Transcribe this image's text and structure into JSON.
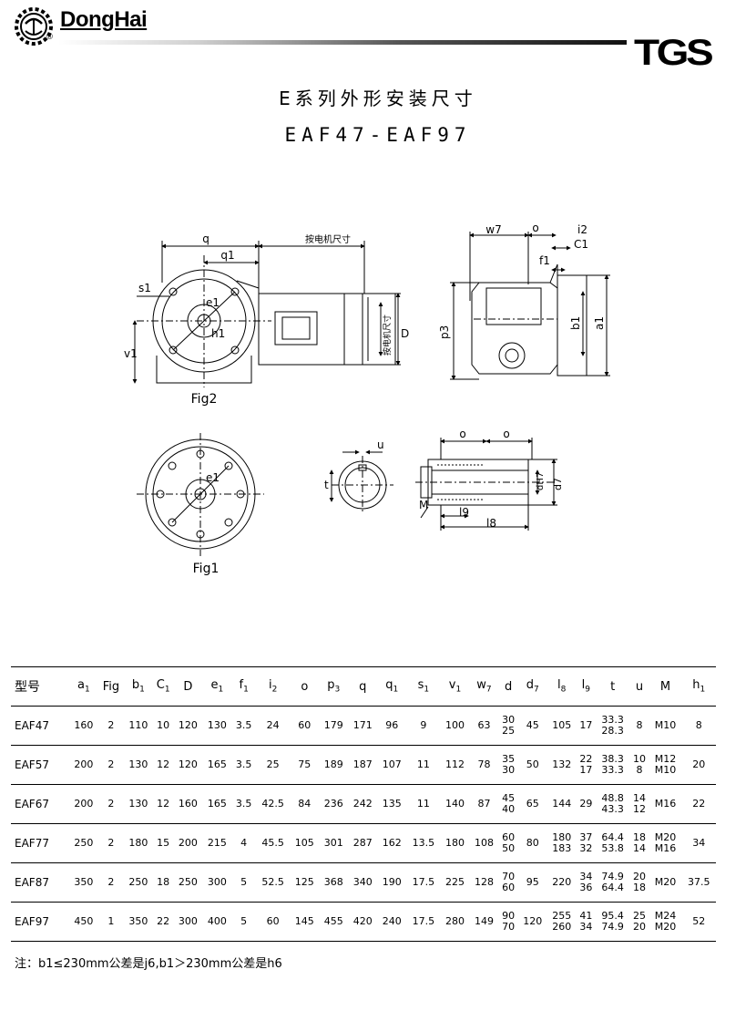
{
  "header": {
    "brand": "DongHai",
    "reg": "®",
    "tgs": "TGS"
  },
  "title": {
    "cn": "E系列外形安装尺寸",
    "model": "EAF47-EAF97"
  },
  "drawing_labels": {
    "fig2": "Fig2",
    "fig1": "Fig1",
    "motor_dim_h": "按电机尺寸",
    "motor_dim_v": "按电机尺寸",
    "q": "q",
    "q1": "q1",
    "s1": "s1",
    "e1": "e1",
    "h1": "h1",
    "v1": "v1",
    "D": "D",
    "w7": "w7",
    "o": "o",
    "i2": "i2",
    "c1": "C1",
    "f1": "f1",
    "p3": "p3",
    "b1": "b1",
    "a1": "a1",
    "u": "u",
    "t": "t",
    "d7": "d7",
    "dH7": "dH7",
    "M": "M",
    "l9": "l9",
    "l8": "l8"
  },
  "table": {
    "columns": [
      {
        "main": "型号",
        "sub": ""
      },
      {
        "main": "a",
        "sub": "1"
      },
      {
        "main": "Fig",
        "sub": ""
      },
      {
        "main": "b",
        "sub": "1"
      },
      {
        "main": "C",
        "sub": "1"
      },
      {
        "main": "D",
        "sub": ""
      },
      {
        "main": "e",
        "sub": "1"
      },
      {
        "main": "f",
        "sub": "1"
      },
      {
        "main": "i",
        "sub": "2"
      },
      {
        "main": "o",
        "sub": ""
      },
      {
        "main": "p",
        "sub": "3"
      },
      {
        "main": "q",
        "sub": ""
      },
      {
        "main": "q",
        "sub": "1"
      },
      {
        "main": "s",
        "sub": "1"
      },
      {
        "main": "v",
        "sub": "1"
      },
      {
        "main": "w",
        "sub": "7"
      },
      {
        "main": "d",
        "sub": ""
      },
      {
        "main": "d",
        "sub": "7"
      },
      {
        "main": "l",
        "sub": "8"
      },
      {
        "main": "l",
        "sub": "9"
      },
      {
        "main": "t",
        "sub": ""
      },
      {
        "main": "u",
        "sub": ""
      },
      {
        "main": "M",
        "sub": ""
      },
      {
        "main": "h",
        "sub": "1"
      }
    ],
    "rows": [
      [
        "EAF47",
        "160",
        "2",
        "110",
        "10",
        "120",
        "130",
        "3.5",
        "24",
        "60",
        "179",
        "171",
        "96",
        "9",
        "100",
        "63",
        [
          "30",
          "25"
        ],
        "45",
        "105",
        "17",
        [
          "33.3",
          "28.3"
        ],
        "8",
        "M10",
        "8"
      ],
      [
        "EAF57",
        "200",
        "2",
        "130",
        "12",
        "120",
        "165",
        "3.5",
        "25",
        "75",
        "189",
        "187",
        "107",
        "11",
        "112",
        "78",
        [
          "35",
          "30"
        ],
        "50",
        "132",
        [
          "22",
          "17"
        ],
        [
          "38.3",
          "33.3"
        ],
        [
          "10",
          "8"
        ],
        [
          "M12",
          "M10"
        ],
        "20"
      ],
      [
        "EAF67",
        "200",
        "2",
        "130",
        "12",
        "160",
        "165",
        "3.5",
        "42.5",
        "84",
        "236",
        "242",
        "135",
        "11",
        "140",
        "87",
        [
          "45",
          "40"
        ],
        "65",
        "144",
        "29",
        [
          "48.8",
          "43.3"
        ],
        [
          "14",
          "12"
        ],
        "M16",
        "22"
      ],
      [
        "EAF77",
        "250",
        "2",
        "180",
        "15",
        "200",
        "215",
        "4",
        "45.5",
        "105",
        "301",
        "287",
        "162",
        "13.5",
        "180",
        "108",
        [
          "60",
          "50"
        ],
        "80",
        [
          "180",
          "183"
        ],
        [
          "37",
          "32"
        ],
        [
          "64.4",
          "53.8"
        ],
        [
          "18",
          "14"
        ],
        [
          "M20",
          "M16"
        ],
        "34"
      ],
      [
        "EAF87",
        "350",
        "2",
        "250",
        "18",
        "250",
        "300",
        "5",
        "52.5",
        "125",
        "368",
        "340",
        "190",
        "17.5",
        "225",
        "128",
        [
          "70",
          "60"
        ],
        "95",
        "220",
        [
          "34",
          "36"
        ],
        [
          "74.9",
          "64.4"
        ],
        [
          "20",
          "18"
        ],
        "M20",
        "37.5"
      ],
      [
        "EAF97",
        "450",
        "1",
        "350",
        "22",
        "300",
        "400",
        "5",
        "60",
        "145",
        "455",
        "420",
        "240",
        "17.5",
        "280",
        "149",
        [
          "90",
          "70"
        ],
        "120",
        [
          "255",
          "260"
        ],
        [
          "41",
          "34"
        ],
        [
          "95.4",
          "74.9"
        ],
        [
          "25",
          "20"
        ],
        [
          "M24",
          "M20"
        ],
        "52"
      ]
    ]
  },
  "footnote": "注：b1≤230mm公差是j6,b1＞230mm公差是h6"
}
